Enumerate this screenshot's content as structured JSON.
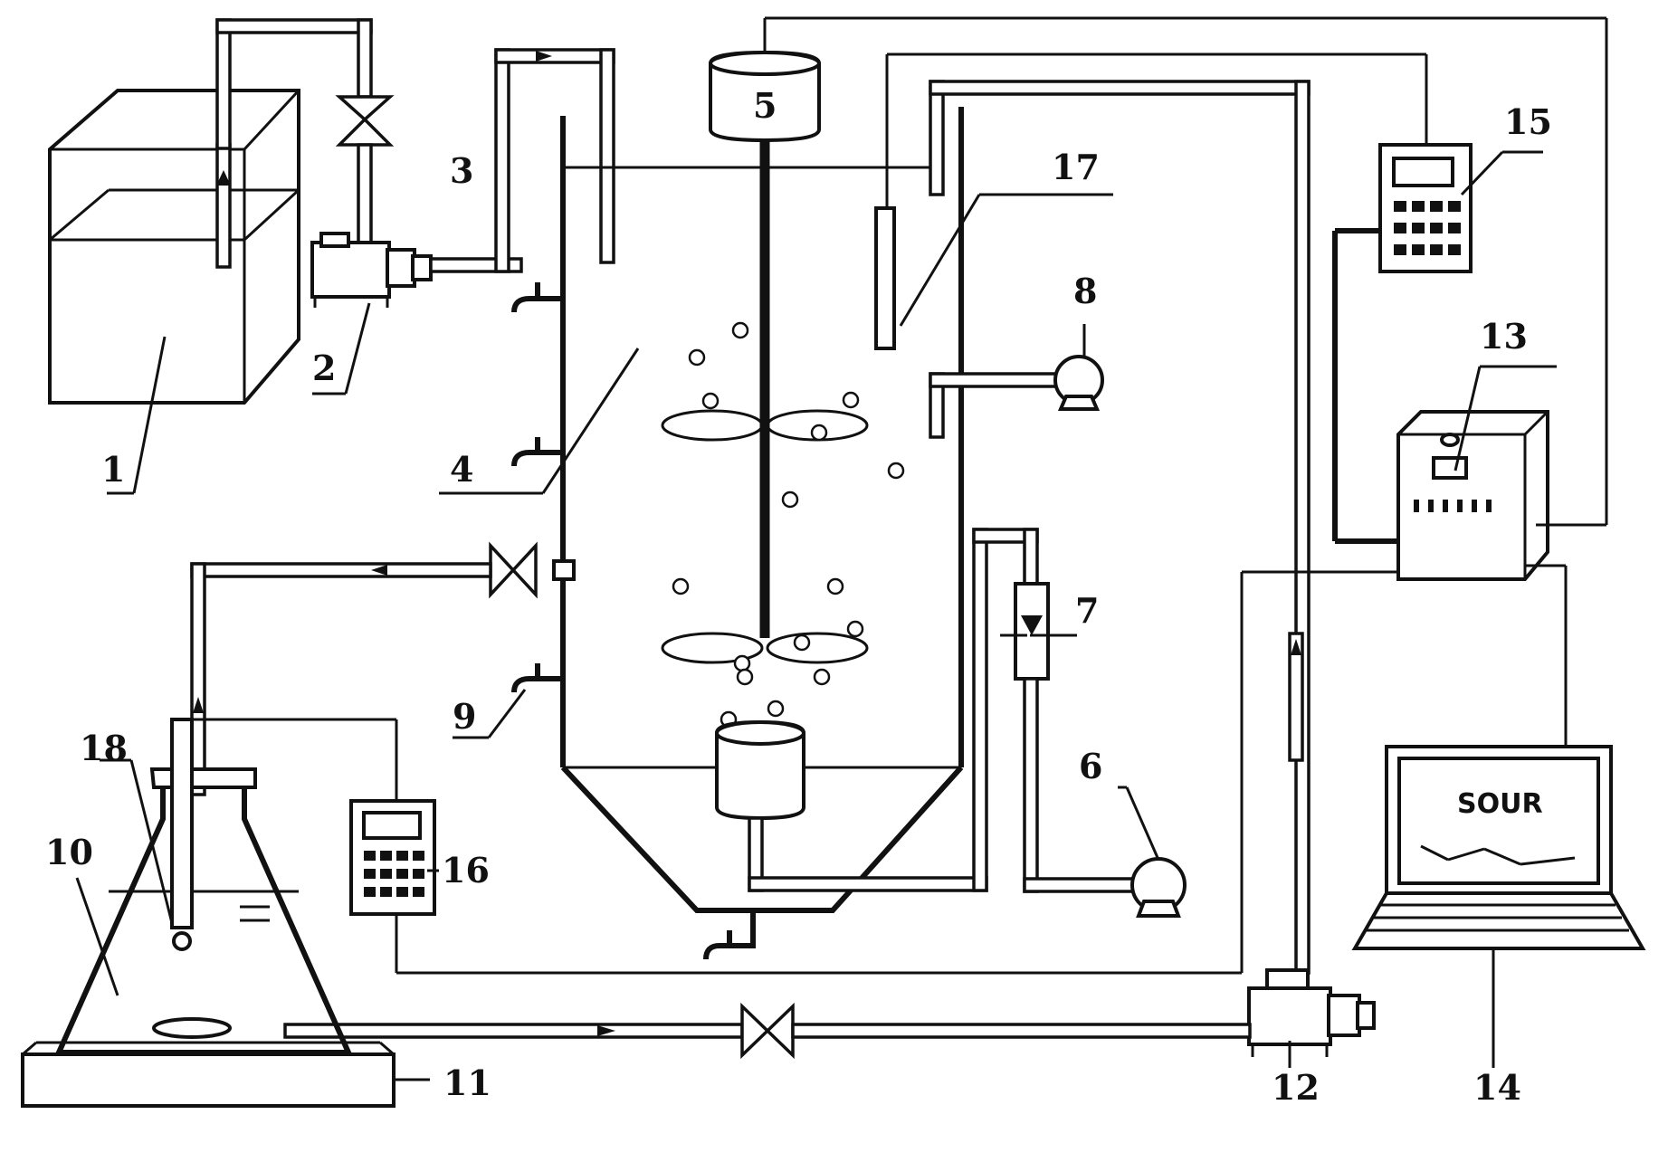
{
  "diagram": {
    "callouts": [
      {
        "id": "1",
        "text": "1"
      },
      {
        "id": "2",
        "text": "2"
      },
      {
        "id": "3",
        "text": "3"
      },
      {
        "id": "4",
        "text": "4"
      },
      {
        "id": "5",
        "text": "5"
      },
      {
        "id": "6",
        "text": "6"
      },
      {
        "id": "7",
        "text": "7"
      },
      {
        "id": "8",
        "text": "8"
      },
      {
        "id": "9",
        "text": "9"
      },
      {
        "id": "10",
        "text": "10"
      },
      {
        "id": "11",
        "text": "11"
      },
      {
        "id": "12",
        "text": "12"
      },
      {
        "id": "13",
        "text": "13"
      },
      {
        "id": "14",
        "text": "14"
      },
      {
        "id": "15",
        "text": "15"
      },
      {
        "id": "16",
        "text": "16"
      },
      {
        "id": "17",
        "text": "17"
      },
      {
        "id": "18",
        "text": "18"
      }
    ],
    "laptop_screen_text": "SOUR",
    "colors": {
      "ink": "#111111",
      "paper": "#ffffff"
    }
  }
}
